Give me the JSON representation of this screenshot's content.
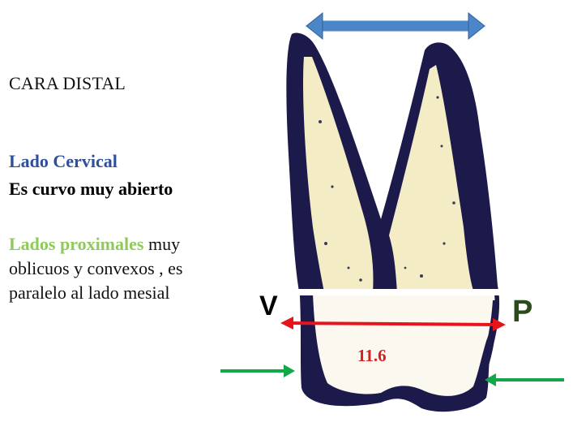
{
  "title": "CARA DISTAL",
  "cervical": {
    "heading": "Lado Cervical",
    "description": "Es curvo muy abierto"
  },
  "proximal": {
    "heading": "Lados proximales",
    "line1_rest": " muy",
    "line2": "oblicuos y convexos , es",
    "line3": "paralelo al lado mesial"
  },
  "labels": {
    "vestibular": "V",
    "palatal": "P",
    "measure": "11.6"
  },
  "colors": {
    "cervical_heading": "#2f4f9a",
    "proximal_heading": "#8fcb5a",
    "width_arrow": "#e8141c",
    "contact_arrows": "#12a84a",
    "top_arrow": "#4a86c8"
  }
}
